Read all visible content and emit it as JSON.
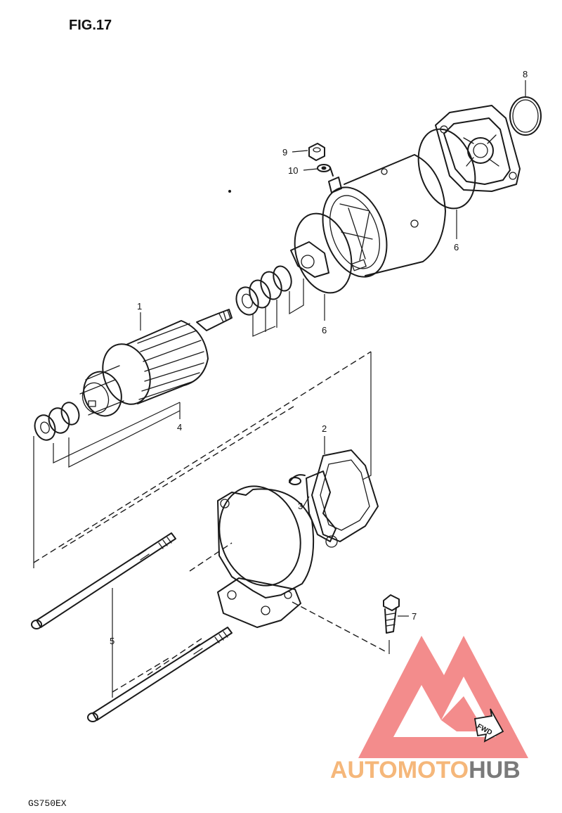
{
  "figure_title": "FIG.17",
  "model_code": "GS750EX",
  "part_numbers": [
    {
      "id": "1",
      "label": "1"
    },
    {
      "id": "2",
      "label": "2"
    },
    {
      "id": "3",
      "label": "3"
    },
    {
      "id": "4",
      "label": "4"
    },
    {
      "id": "5",
      "label": "5"
    },
    {
      "id": "6a",
      "label": "6"
    },
    {
      "id": "6b",
      "label": "6"
    },
    {
      "id": "7",
      "label": "7"
    },
    {
      "id": "8",
      "label": "8"
    },
    {
      "id": "9",
      "label": "9"
    },
    {
      "id": "10",
      "label": "10"
    }
  ],
  "fwd_label": "FWD",
  "watermark": {
    "text_part1": "AUTOMOTO",
    "text_part2": "HUB",
    "color_part1": "#f5b77a",
    "color_part2": "#7a7a7a",
    "logo_color": "#f06a6a"
  },
  "ink_color": "#1a1a1a"
}
